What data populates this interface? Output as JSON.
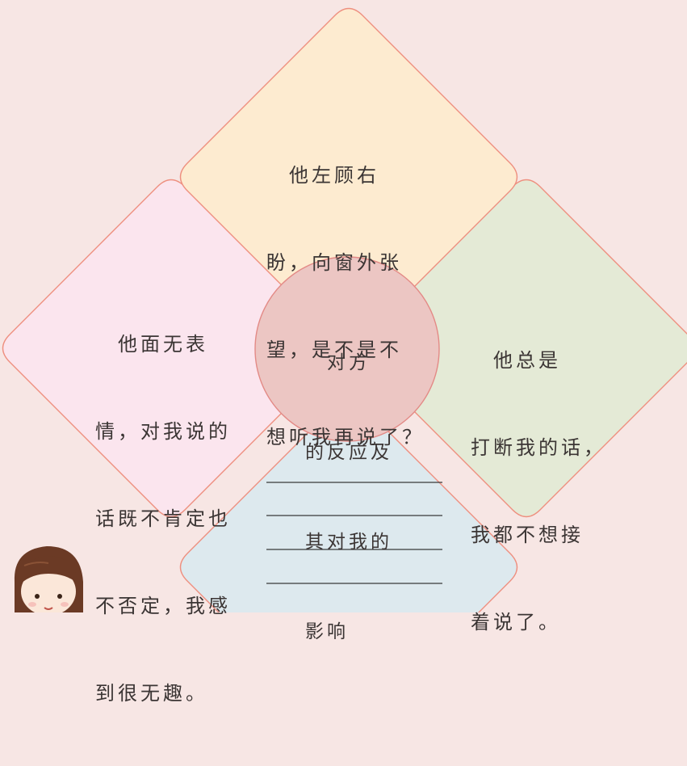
{
  "center": {
    "lines": [
      "　对方",
      "的反应及",
      "其对我的",
      "影响"
    ]
  },
  "petals": {
    "top": {
      "lines": [
        "　他左顾右",
        "盼，向窗外张",
        "望，是不是不",
        "想听我再说了？"
      ],
      "fill": "#fdebd0",
      "stroke": "#ee8f7f"
    },
    "left": {
      "lines": [
        "　他面无表",
        "情，对我说的",
        "话既不肯定也",
        "不否定，我感",
        "到很无趣。"
      ],
      "fill": "#fbe5ee",
      "stroke": "#ee8f7f"
    },
    "right": {
      "lines": [
        "　他总是",
        "打断我的话，",
        "我都不想接",
        "着说了。"
      ],
      "fill": "#e4ead6",
      "stroke": "#ee8f7f"
    },
    "bottom": {
      "blank_line_count": 4,
      "fill": "#dde9ee",
      "stroke": "#ee8f7f"
    }
  },
  "colors": {
    "background": "#f7e6e4",
    "center_fill": "#ecc6c3",
    "center_stroke": "#e38a86",
    "text": "#3b3534",
    "answer_line": "#3a3a3a"
  },
  "character": {
    "icon": "girl-avatar-icon"
  }
}
